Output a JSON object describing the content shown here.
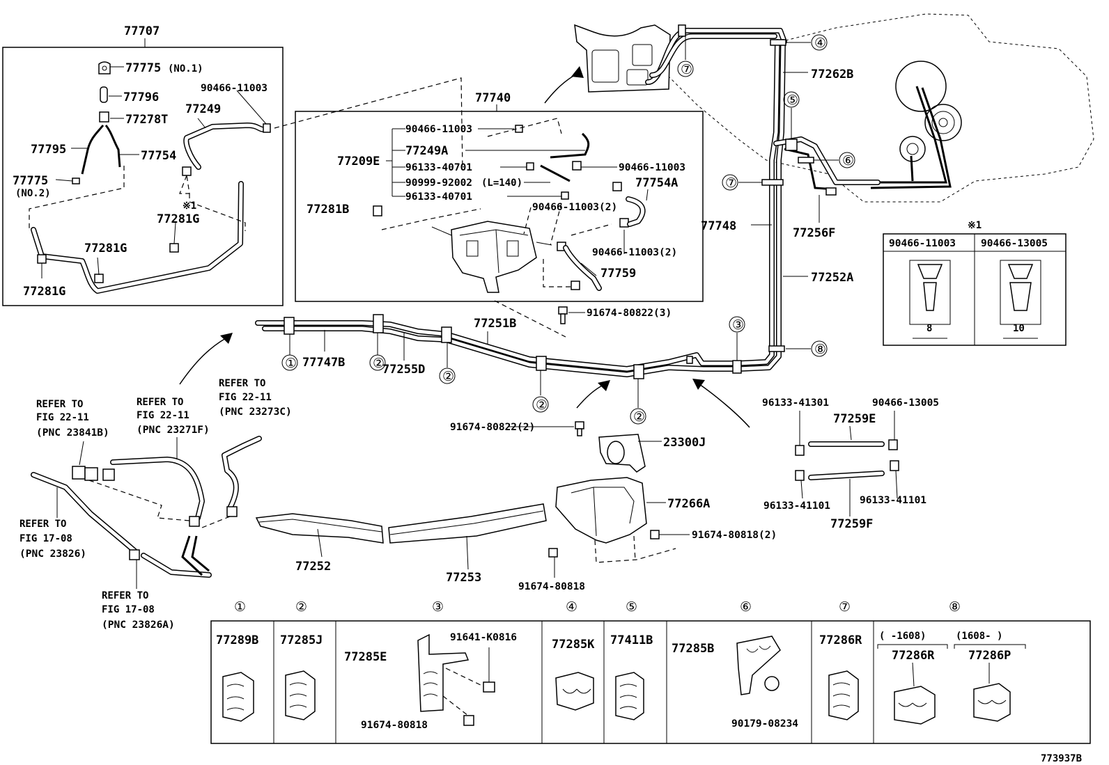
{
  "diagram": {
    "figure_code": "773937B",
    "kit_77707": {
      "title": "77707",
      "parts": [
        "77775",
        "(NO.1)",
        "77796",
        "77278T",
        "77795",
        "77754",
        "77775",
        "(NO.2)",
        "77249",
        "90466-11003",
        "※1",
        "77281G",
        "77281G",
        "77281G"
      ]
    },
    "kit_77740": {
      "title": "77740",
      "group": "77209E",
      "parts": [
        "90466-11003",
        "77249A",
        "96133-40701",
        "90999-92002",
        "(L=140)",
        "96133-40701",
        "90466-11003",
        "77754A",
        "77281B",
        "90466-11003(2)",
        "90466-11003(2)",
        "77759"
      ]
    },
    "main_labels": [
      "91674-80822(3)",
      "77251B",
      "77747B",
      "77255D",
      "91674-80822(2)",
      "23300J",
      "77266A",
      "91674-80818(2)",
      "91674-80818",
      "77252",
      "77253",
      "77262B",
      "77748",
      "77256F",
      "77252A",
      "96133-41301",
      "90466-13005",
      "77259E",
      "96133-41101",
      "96133-41101",
      "77259F"
    ],
    "refer_notes": [
      {
        "line1": "REFER TO",
        "line2": "FIG 22-11",
        "line3": "(PNC 23273C)"
      },
      {
        "line1": "REFER TO",
        "line2": "FIG 22-11",
        "line3": "(PNC 23841B)"
      },
      {
        "line1": "REFER TO",
        "line2": "FIG 22-11",
        "line3": "(PNC 23271F)"
      },
      {
        "line1": "REFER TO",
        "line2": "FIG 17-08",
        "line3": "(PNC 23826)"
      },
      {
        "line1": "REFER TO",
        "line2": "FIG 17-08",
        "line3": "(PNC 23826A)"
      }
    ],
    "callout_numbers": [
      "①",
      "②",
      "③",
      "④",
      "⑤",
      "⑥",
      "⑦",
      "⑧"
    ],
    "clip_table": {
      "mark": "※1",
      "columns": [
        {
          "part": "90466-11003",
          "dimension": "8"
        },
        {
          "part": "90466-13005",
          "dimension": "10"
        }
      ]
    },
    "clamp_legend": [
      {
        "num": "①",
        "parts": [
          "77289B"
        ]
      },
      {
        "num": "②",
        "parts": [
          "77285J"
        ]
      },
      {
        "num": "③",
        "parts": [
          "77285E",
          "91641-K0816",
          "91674-80818"
        ]
      },
      {
        "num": "④",
        "parts": [
          "77285K"
        ]
      },
      {
        "num": "⑤",
        "parts": [
          "77411B"
        ]
      },
      {
        "num": "⑥",
        "parts": [
          "77285B",
          "90179-08234"
        ]
      },
      {
        "num": "⑦",
        "parts": [
          "77286R"
        ]
      },
      {
        "num": "⑧",
        "sub": [
          {
            "range": "(    -1608)",
            "part": "77286R"
          },
          {
            "range": "(1608-     )",
            "part": "77286P"
          }
        ]
      }
    ]
  }
}
